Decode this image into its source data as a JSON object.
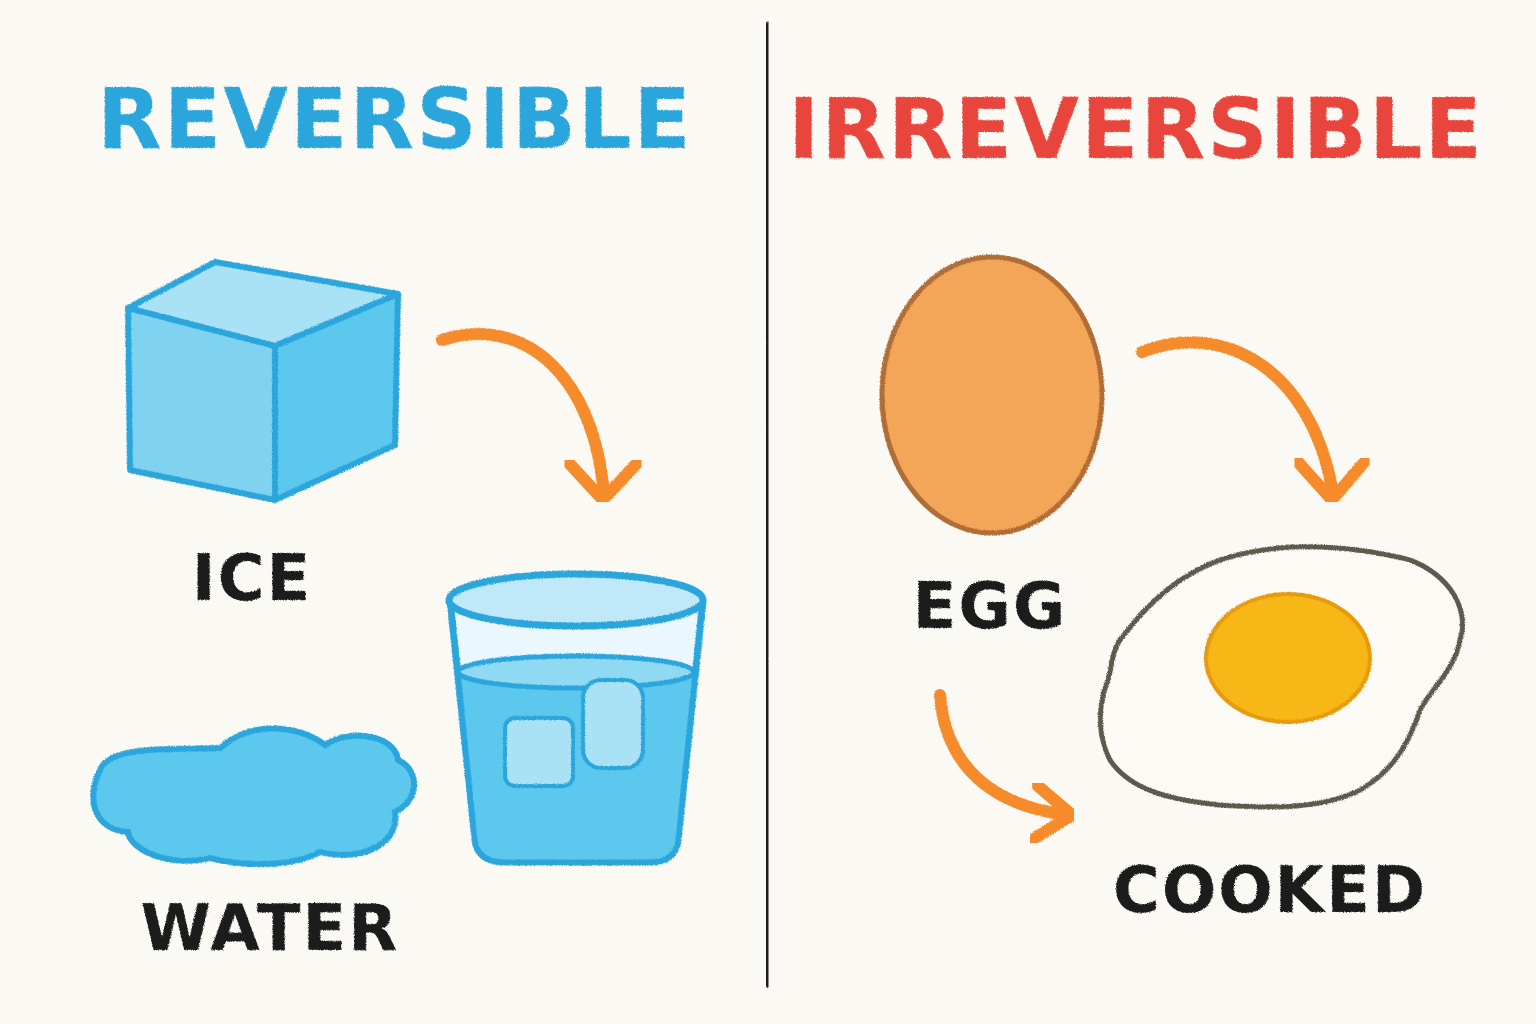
{
  "reversible": {
    "heading": "REVERSIBLE",
    "color": "#2aa6dc",
    "items": {
      "ice_label": "ICE",
      "water_label": "WATER"
    }
  },
  "irreversible": {
    "heading": "IRREVERSIBLE",
    "color": "#e8453c",
    "items": {
      "egg_label": "EGG",
      "cooked_label": "COOKED"
    }
  },
  "colors": {
    "arrow": "#f58b2b",
    "ice": "#5cc8ee",
    "egg_shell": "#f4a658",
    "yolk": "#f7b718",
    "divider": "#1b1b1b",
    "text": "#1b1b1b"
  },
  "icons": [
    "ice-cube-icon",
    "water-puddle-icon",
    "water-glass-icon",
    "egg-icon",
    "fried-egg-icon",
    "curved-arrow-icon"
  ]
}
